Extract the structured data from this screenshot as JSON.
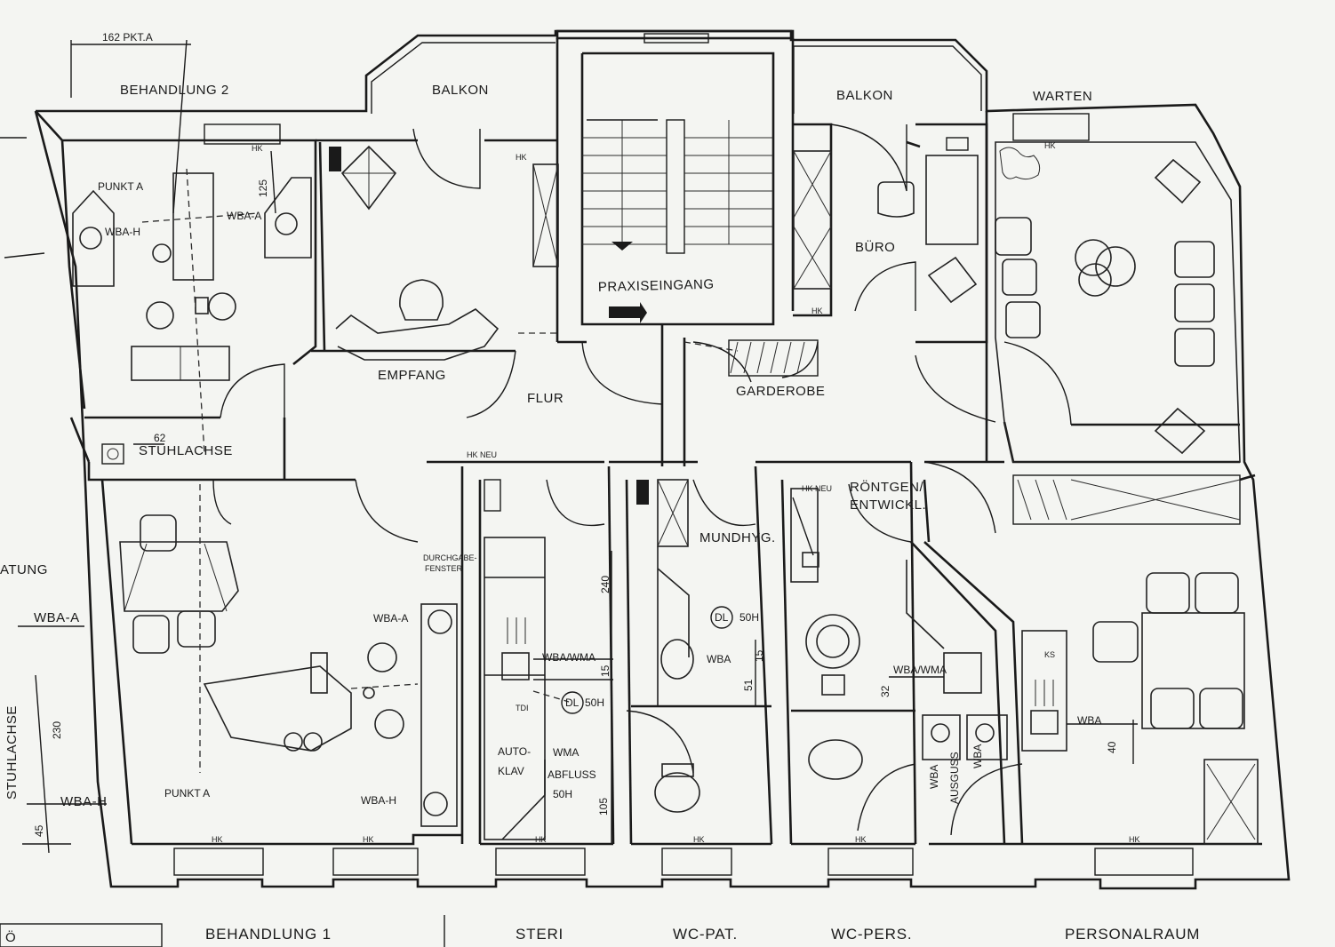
{
  "rooms": {
    "behandlung2": "BEHANDLUNG 2",
    "balkon_left": "BALKON",
    "balkon_right": "BALKON",
    "warten": "WARTEN",
    "praxiseingang": "PRAXISEINGANG",
    "buero": "BÜRO",
    "empfang": "EMPFANG",
    "flur": "FLUR",
    "garderobe": "GARDEROBE",
    "mundhyg": "MUNDHYG.",
    "roentgen_line1": "RÖNTGEN/",
    "roentgen_line2": "ENTWICKL."
  },
  "bottom_labels": {
    "behandlung1": "BEHANDLUNG 1",
    "steri": "STERI",
    "wc_pat": "WC-PAT.",
    "wc_pers": "WC-PERS.",
    "personalraum": "PERSONALRAUM"
  },
  "annotations": {
    "pkt_a": "162 PKT.A",
    "punkt_a_top": "PUNKT A",
    "punkt_a_bottom": "PUNKT A",
    "wba_h_top": "WBA-H",
    "wba_a_top": "WBA-A",
    "wba_a_left": "WBA-A",
    "wba_h_left": "WBA-H",
    "wba_a_b1": "WBA-A",
    "wba_h_b1": "WBA-H",
    "stuhlachse": "STUHLACHSE",
    "stuhlachse_left": "STUHLACHSE",
    "atung": "ATUNG",
    "durchgabe_1": "DURCHGABE-",
    "durchgabe_2": "FENSTER",
    "wba_wma_steri": "WBA/WMA",
    "dl_steri": "DL",
    "dl_steri_h": "50H",
    "tdi": "TDI",
    "auto": "AUTO-",
    "klav": "KLAV",
    "wma": "WMA",
    "abfluss": "ABFLUSS",
    "abfluss_h": "50H",
    "dl_mund": "DL",
    "dl_mund_h": "50H",
    "wba_mund": "WBA",
    "wba_wma_roe": "WBA/WMA",
    "wba_wc1": "WBA",
    "wba_wc2": "WBA",
    "ausguss": "AUSGUSS",
    "ks": "KS",
    "wba_personal": "WBA",
    "hk": "HK",
    "hk_neu": "HK NEU"
  },
  "dimensions": {
    "d125": "125",
    "d62": "62",
    "d240": "240",
    "d15a": "15",
    "d105": "105",
    "d15b": "15",
    "d51": "51",
    "d32": "32",
    "d40": "40",
    "d230": "230",
    "d45": "45"
  },
  "corner_glyph": "Ö"
}
